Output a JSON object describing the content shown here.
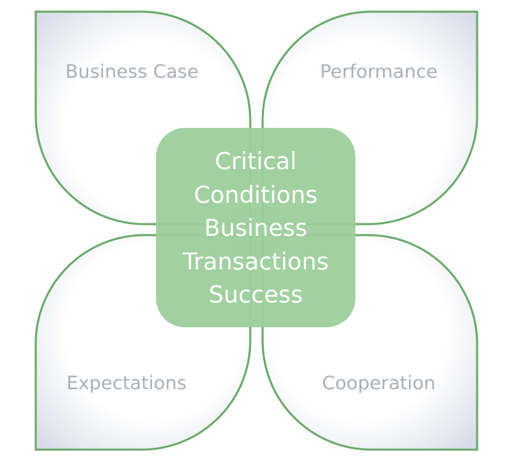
{
  "diagram": {
    "petals": [
      {
        "id": "top-left",
        "label": "Business Case"
      },
      {
        "id": "top-right",
        "label": "Performance"
      },
      {
        "id": "bottom-left",
        "label": "Expectations"
      },
      {
        "id": "bottom-right",
        "label": "Cooperation"
      }
    ],
    "center": {
      "lines": [
        "Critical",
        "Conditions",
        "Business",
        "Transactions",
        "Success"
      ]
    },
    "colors": {
      "petal_stroke": "#6aaa6a",
      "petal_glow": "#dde3ee",
      "center_fill": "#9ccd9c",
      "label_text": "#a9b0bb",
      "center_text": "#ffffff"
    }
  }
}
